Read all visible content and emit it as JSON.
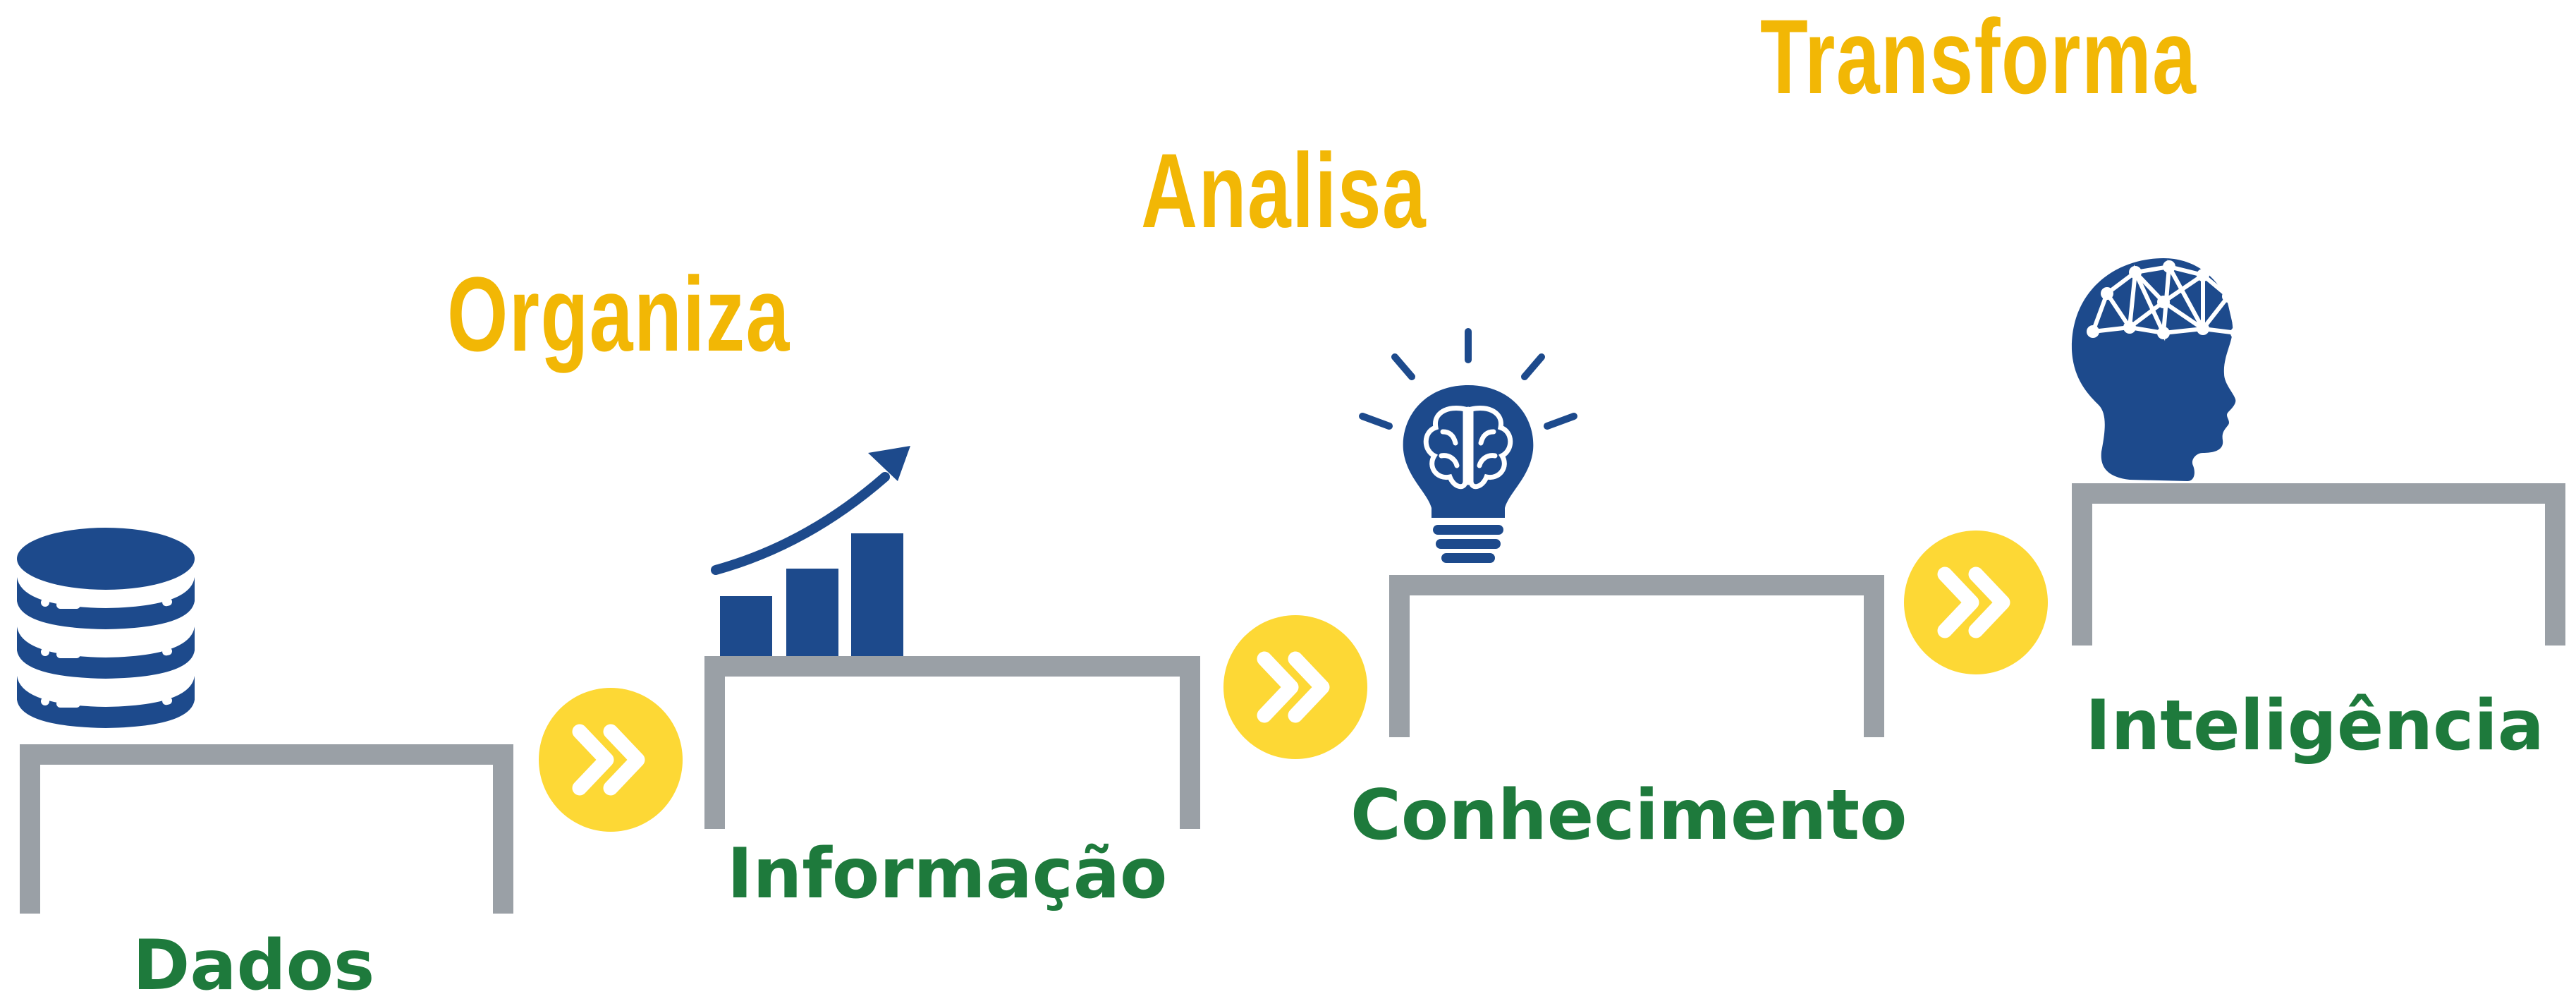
{
  "colors": {
    "verb": "#f2b705",
    "stage_label": "#1e7a3c",
    "table": "#9aa0a6",
    "arrow_bg": "#fdd835",
    "arrow_fg": "#ffffff",
    "icon": "#1d4a8c"
  },
  "stages": [
    {
      "label": "Dados",
      "icon": "database-icon"
    },
    {
      "label": "Informação",
      "icon": "bar-chart-growth-icon"
    },
    {
      "label": "Conhecimento",
      "icon": "lightbulb-brain-icon"
    },
    {
      "label": "Inteligência",
      "icon": "head-network-brain-icon"
    }
  ],
  "transitions": [
    {
      "verb": "Organiza",
      "icon": "double-chevron-right-icon"
    },
    {
      "verb": "Analisa",
      "icon": "double-chevron-right-icon"
    },
    {
      "verb": "Transforma",
      "icon": "double-chevron-right-icon"
    }
  ]
}
